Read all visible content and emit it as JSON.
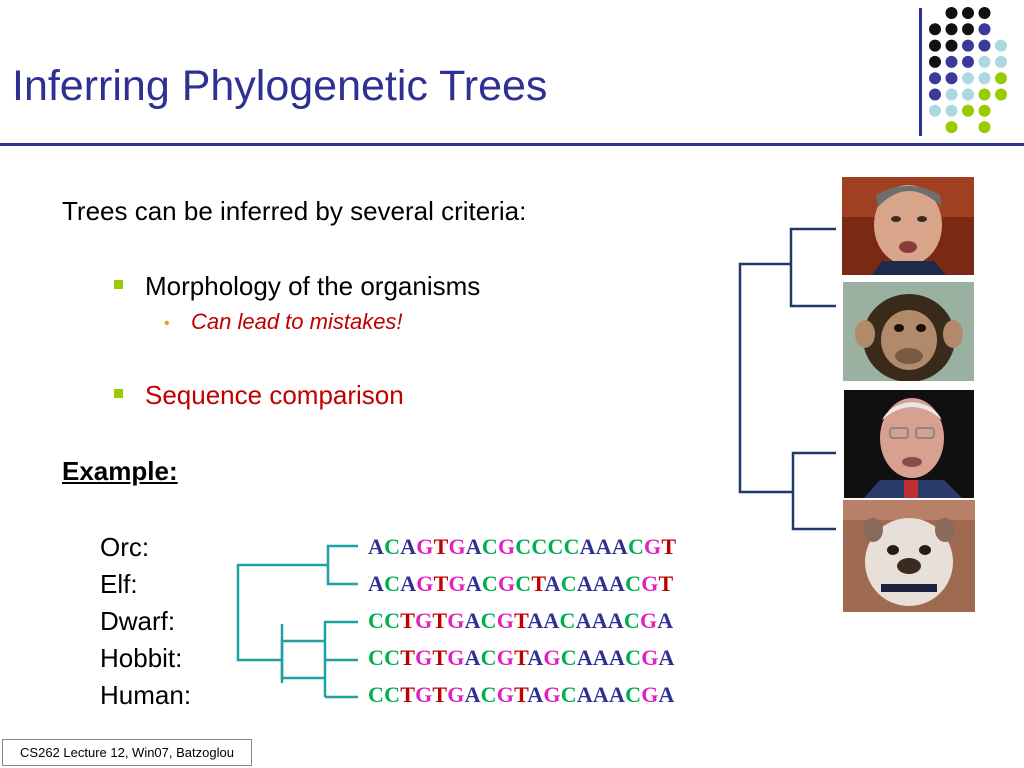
{
  "slide": {
    "title": "Inferring Phylogenetic Trees",
    "intro": "Trees can be inferred by several criteria:",
    "bullets": [
      {
        "text": "Morphology of the organisms",
        "sub": "Can lead to mistakes!"
      },
      {
        "text": "Sequence comparison"
      }
    ],
    "example_label": "Example:",
    "organisms": [
      {
        "name": "Orc:",
        "sequence": "ACAGTGACGCCCCAAACGT"
      },
      {
        "name": "Elf:",
        "sequence": "ACAGTGACGCTACAAACGT"
      },
      {
        "name": "Dwarf:",
        "sequence": "CCTGTGACGTAACAAACGA"
      },
      {
        "name": "Hobbit:",
        "sequence": "CCTGTGACGTAGCAAACGA"
      },
      {
        "name": "Human:",
        "sequence": "CCTGTGACGTAGCAAACGA"
      }
    ],
    "footer": "CS262 Lecture 12, Win07, Batzoglou"
  },
  "colors": {
    "title": "#2e3192",
    "bullet": "#99cc00",
    "sub_bullet": "#f7941d",
    "highlight_text": "#c00000",
    "base_A": "#2e3192",
    "base_C": "#00b050",
    "base_G": "#e020c0",
    "base_T": "#c00000",
    "sequence_tree": "#20a0a0",
    "photo_tree": "#1f3a68"
  },
  "photos": [
    {
      "name": "photo-man-1"
    },
    {
      "name": "photo-chimpanzee"
    },
    {
      "name": "photo-man-2"
    },
    {
      "name": "photo-bulldog"
    }
  ]
}
